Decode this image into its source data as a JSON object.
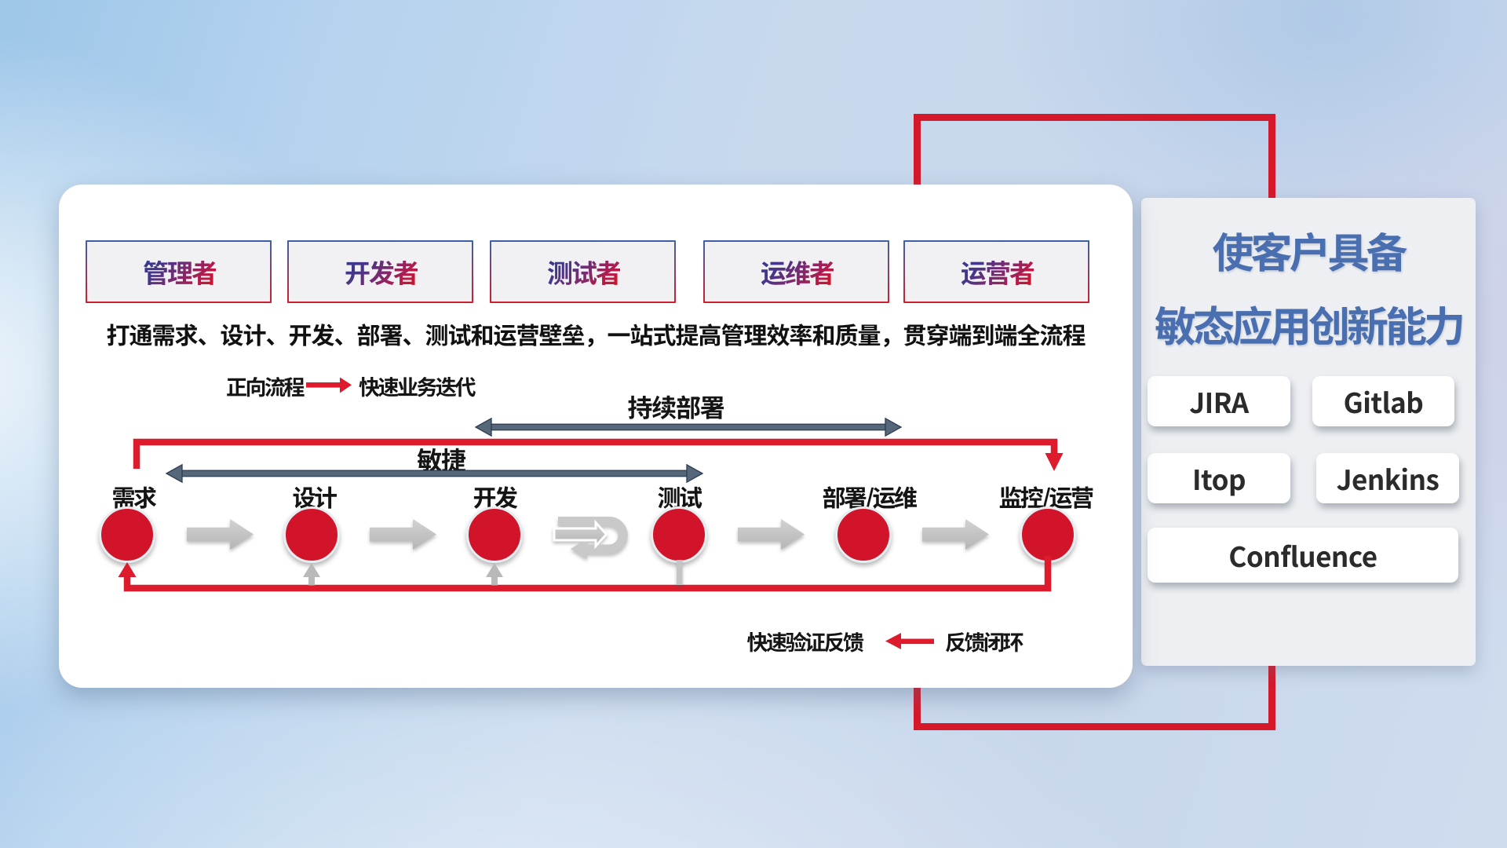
{
  "colors": {
    "accent_red": "#d6182b",
    "line_red": "#dd1b2c",
    "node_red": "#d2142a",
    "dark_arrow": "#56677a",
    "border_blue": "#3d60a8",
    "title_blue": "#4a6fb0",
    "panel_gray": "#edeff2",
    "box_fill": "#f1f1f3"
  },
  "roles": [
    "管理者",
    "开发者",
    "测试者",
    "运维者",
    "运营者"
  ],
  "headline": "打通需求、设计、开发、部署、测试和运营壁垒，一站式提高管理效率和质量，贯穿端到端全流程",
  "legend_forward": {
    "label": "正向流程",
    "arrow_icon": "red-right-arrow",
    "value": "快速业务迭代"
  },
  "span_arrows": {
    "continuous_deploy": "持续部署",
    "agile": "敏捷"
  },
  "flow_nodes": [
    "需求",
    "设计",
    "开发",
    "测试",
    "部署/运维",
    "监控/运营"
  ],
  "legend_feedback": {
    "label": "快速验证反馈",
    "arrow_icon": "red-left-arrow",
    "value": "反馈闭环"
  },
  "right_panel": {
    "title_line1": "使客户具备",
    "title_line2": "敏态应用创新能力",
    "tools": [
      "JIRA",
      "Gitlab",
      "Itop",
      "Jenkins",
      "Confluence"
    ]
  }
}
